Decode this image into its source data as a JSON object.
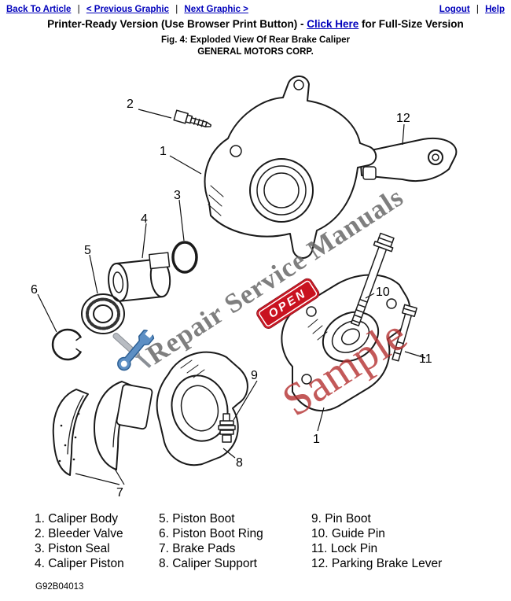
{
  "nav": {
    "back_to_article": "Back To Article",
    "previous_graphic": "< Previous Graphic",
    "next_graphic": "Next Graphic >",
    "logout": "Logout",
    "help": "Help",
    "separator": "|"
  },
  "header": {
    "title_prefix": "Printer-Ready Version (Use Browser Print Button) - ",
    "title_link": "Click Here",
    "title_suffix": " for Full-Size Version",
    "figure_caption": "Fig. 4: Exploded View Of Rear Brake Caliper",
    "company": "GENERAL MOTORS CORP."
  },
  "diagram": {
    "watermark_text": "Repair Service Manuals",
    "sample_text": "Sample",
    "stamp_text": "OPEN",
    "wrench_icon": "wrench-and-screwdriver-icon",
    "callouts": [
      {
        "label": "2"
      },
      {
        "label": "1"
      },
      {
        "label": "12"
      },
      {
        "label": "3"
      },
      {
        "label": "4"
      },
      {
        "label": "5"
      },
      {
        "label": "6"
      },
      {
        "label": "10"
      },
      {
        "label": "11"
      },
      {
        "label": "9"
      },
      {
        "label": "8"
      },
      {
        "label": "7"
      },
      {
        "label": "1"
      }
    ]
  },
  "legend": {
    "col1": [
      "1. Caliper Body",
      "2. Bleeder Valve",
      "3. Piston Seal",
      "4. Caliper Piston"
    ],
    "col2": [
      "5. Piston Boot",
      "6. Piston Boot Ring",
      "7. Brake Pads",
      "8. Caliper Support"
    ],
    "col3": [
      "9. Pin Boot",
      "10. Guide Pin",
      "11. Lock Pin",
      "12. Parking Brake Lever"
    ]
  },
  "footer": {
    "figure_code": "G92B04013"
  },
  "colors": {
    "link_blue": "#0000bb",
    "stamp_red": "#c9121f",
    "sample_red": "#b63434",
    "watermark_gray": "#686868",
    "wrench_blue": "#5d8fc4"
  }
}
